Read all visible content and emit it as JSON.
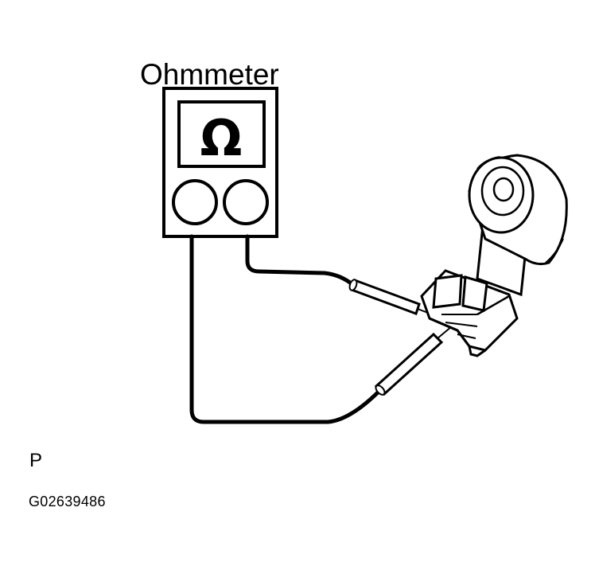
{
  "meter": {
    "label": "Ohmmeter",
    "symbol": "Ω"
  },
  "view_letter": "P",
  "figure_code": "G02639486",
  "colors": {
    "ink": "#000000",
    "paper": "#ffffff"
  }
}
